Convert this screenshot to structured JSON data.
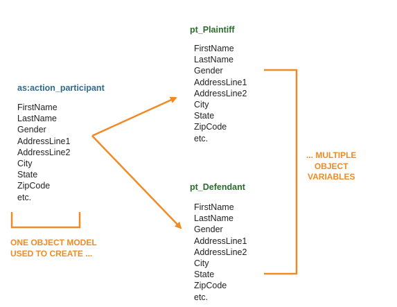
{
  "object_model": {
    "title": "as:action_participant",
    "fields": [
      "FirstName",
      "LastName",
      "Gender",
      "AddressLine1",
      "AddressLine2",
      "City",
      "State",
      "ZipCode",
      "etc."
    ]
  },
  "plaintiff": {
    "title": "pt_Plaintiff",
    "fields": [
      "FirstName",
      "LastName",
      "Gender",
      "AddressLine1",
      "AddressLine2",
      "City",
      "State",
      "ZipCode",
      "etc."
    ]
  },
  "defendant": {
    "title": "pt_Defendant",
    "fields": [
      "FirstName",
      "LastName",
      "Gender",
      "AddressLine1",
      "AddressLine2",
      "City",
      "State",
      "ZipCode",
      "etc."
    ]
  },
  "captions": {
    "left": [
      "ONE OBJECT MODEL",
      "USED TO CREATE ..."
    ],
    "right": [
      "... MULTIPLE",
      "OBJECT",
      "VARIABLES"
    ]
  },
  "colors": {
    "accent": "#f08a24",
    "model_title": "#2f6b8f",
    "variable_title": "#2d6a2d"
  }
}
